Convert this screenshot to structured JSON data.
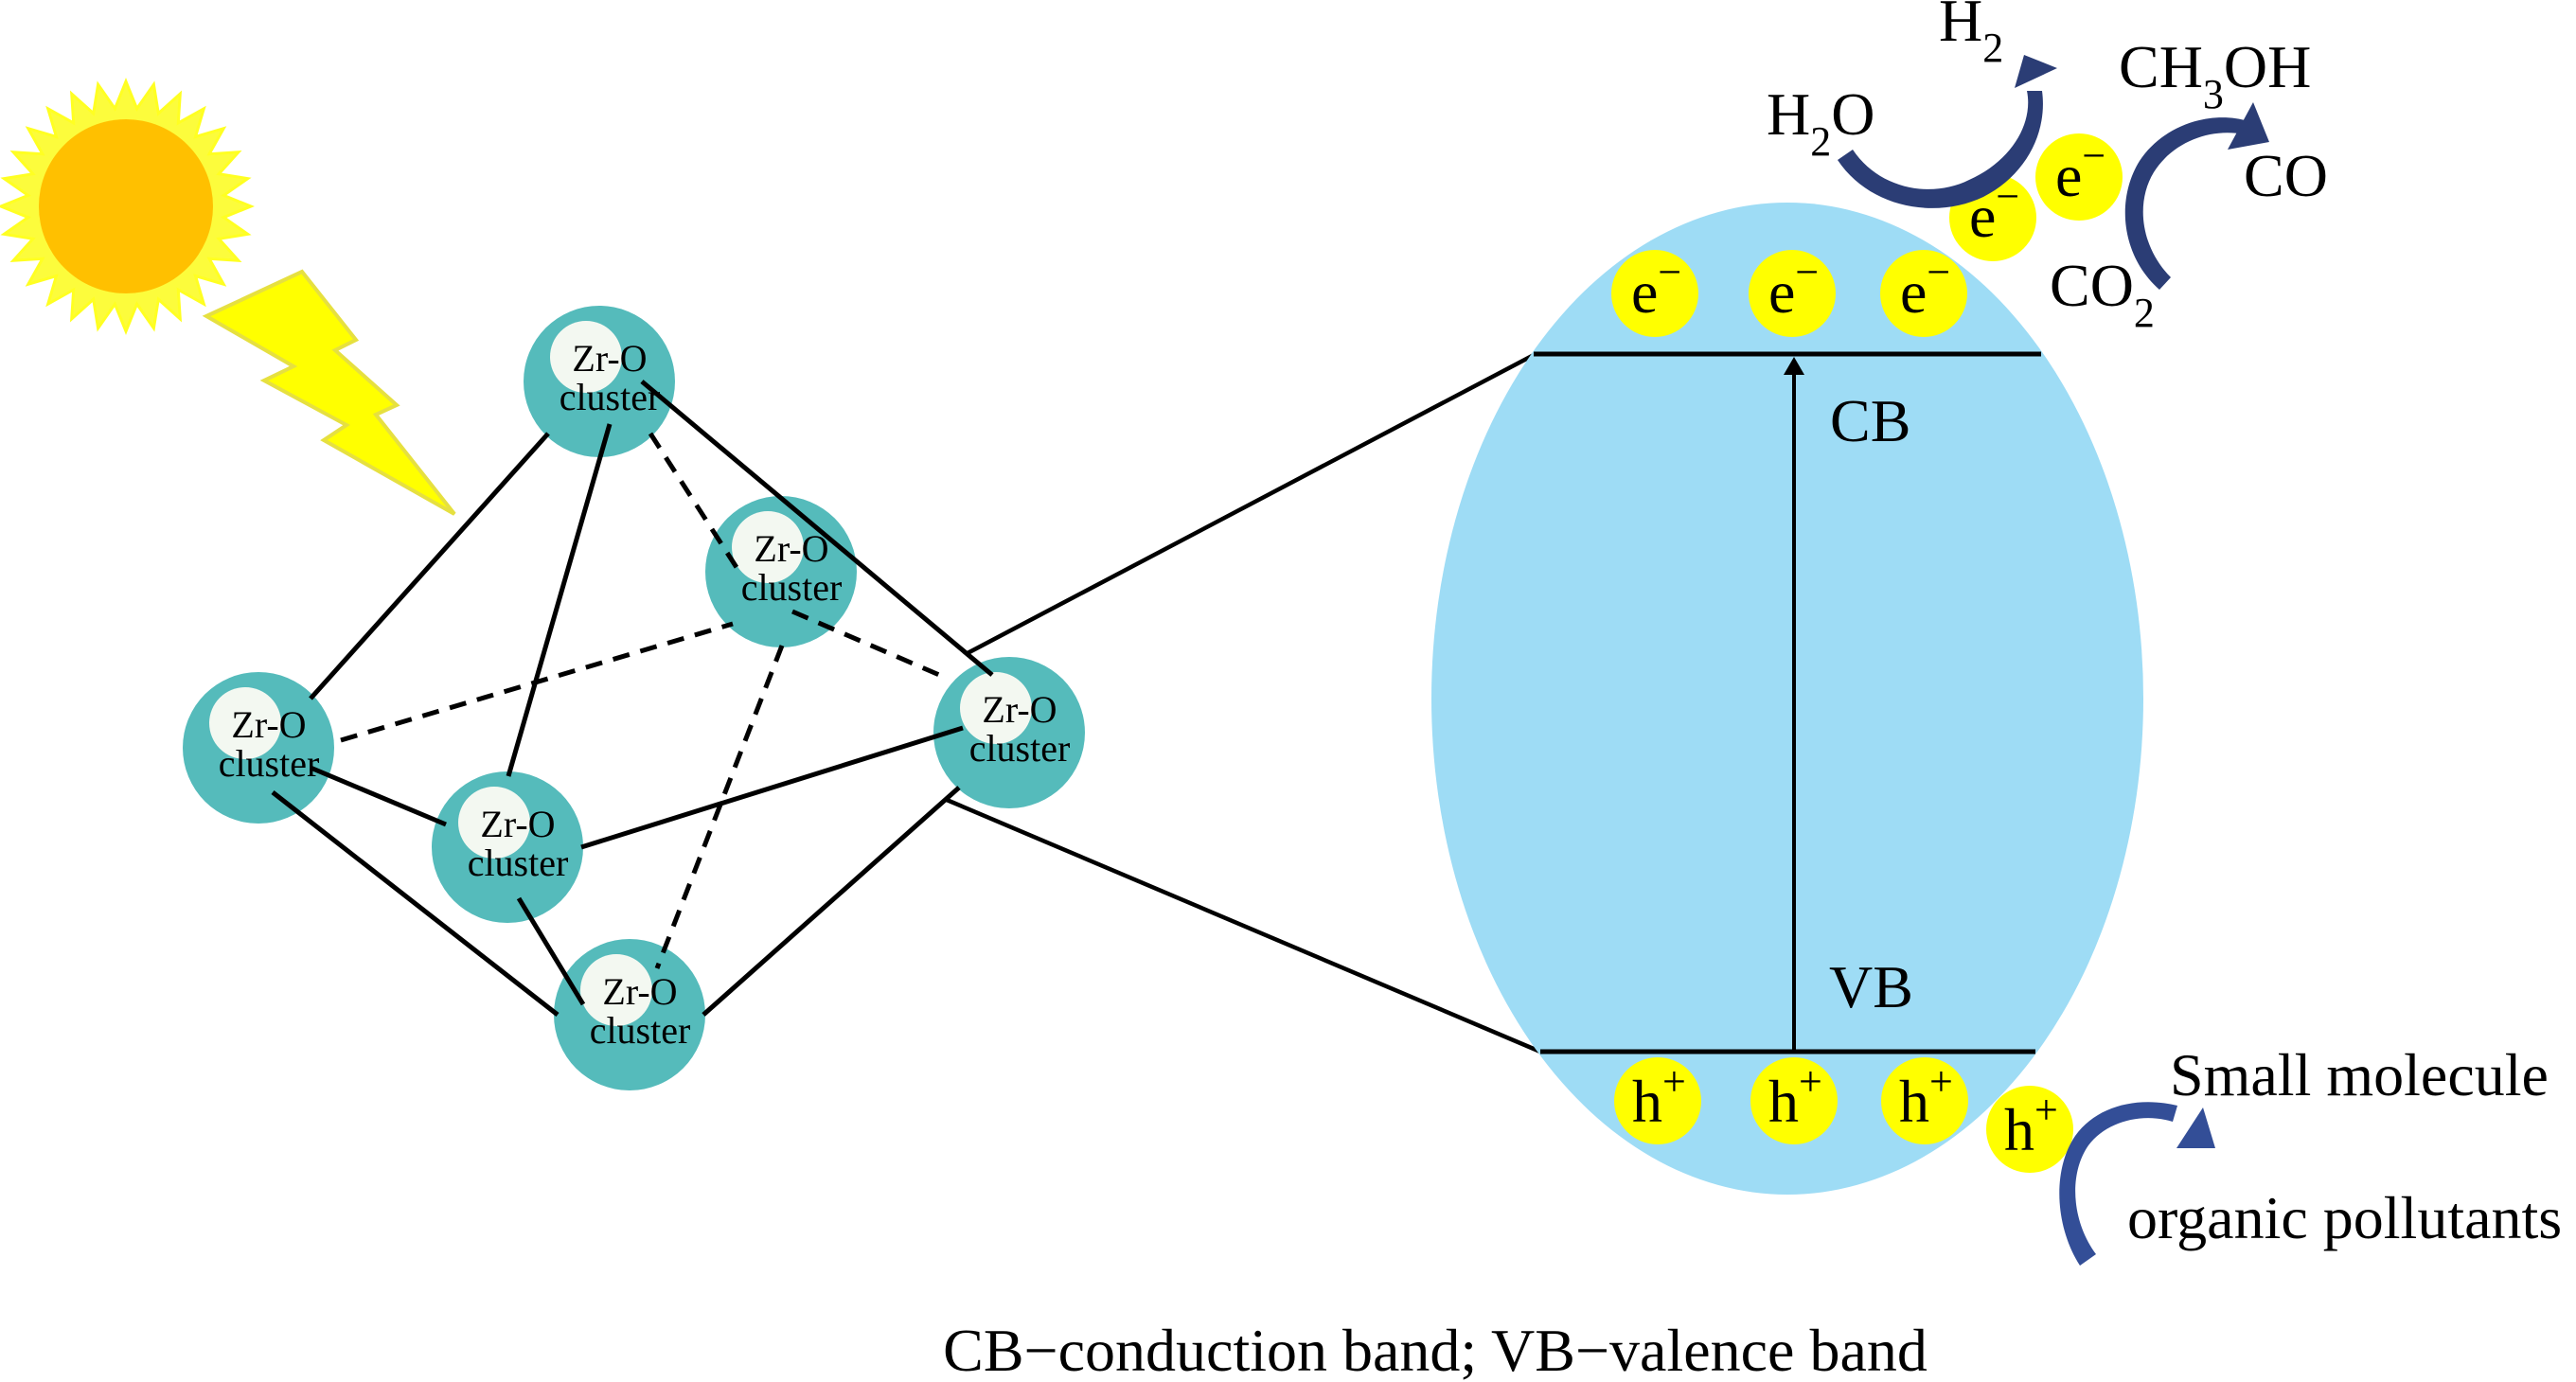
{
  "figure": {
    "title": "Photocatalytic mechanism of Zr-O cluster MOF",
    "colors": {
      "cluster_outer": "#55BBBB",
      "cluster_inner": "#F3F8F1",
      "band_ellipse": "#9EDCF5",
      "carrier": "#FFFF00",
      "sun_core": "#FFC000",
      "sun_rays": "#FFFF40",
      "lightning": "#FFFF00",
      "reaction_arrow": "#2B3D75"
    },
    "light_source": {
      "sun_icon": "sun-icon",
      "light_icon": "lightning-bolt-icon"
    },
    "clusters": [
      {
        "id": "top",
        "line1": "Zr-O",
        "line2": "cluster"
      },
      {
        "id": "back",
        "line1": "Zr-O",
        "line2": "cluster"
      },
      {
        "id": "left",
        "line1": "Zr-O",
        "line2": "cluster"
      },
      {
        "id": "front",
        "line1": "Zr-O",
        "line2": "cluster"
      },
      {
        "id": "right",
        "line1": "Zr-O",
        "line2": "cluster"
      },
      {
        "id": "bottom",
        "line1": "Zr-O",
        "line2": "cluster"
      }
    ],
    "edges": {
      "solid": [
        [
          "top",
          "left"
        ],
        [
          "top",
          "front"
        ],
        [
          "top",
          "right"
        ],
        [
          "left",
          "front"
        ],
        [
          "left",
          "bottom"
        ],
        [
          "front",
          "bottom"
        ],
        [
          "front",
          "right"
        ],
        [
          "bottom",
          "right"
        ]
      ],
      "dashed": [
        [
          "top",
          "back"
        ],
        [
          "left",
          "back"
        ],
        [
          "back",
          "right"
        ],
        [
          "back",
          "bottom"
        ]
      ]
    },
    "band": {
      "cb_label": "CB",
      "vb_label": "VB",
      "electron": {
        "base": "e",
        "sup": "−"
      },
      "hole": {
        "base": "h",
        "sup": "+"
      },
      "electrons_in_cb": 3,
      "electrons_outside": 2,
      "holes_in_vb": 3,
      "holes_outside": 1
    },
    "reactions": {
      "water": {
        "reactant": {
          "base": "H",
          "sub": "2",
          "tail": "O"
        },
        "product": {
          "base": "H",
          "sub": "2"
        }
      },
      "co2": {
        "reactant": {
          "base": "CO",
          "sub": "2"
        },
        "product1": {
          "base": "CH",
          "sub": "3",
          "tail": "OH"
        },
        "product2": "CO"
      },
      "pollutant": {
        "reactant": "organic pollutants",
        "product": "Small molecule"
      }
    },
    "caption": "CB−conduction band; VB−valence band"
  }
}
